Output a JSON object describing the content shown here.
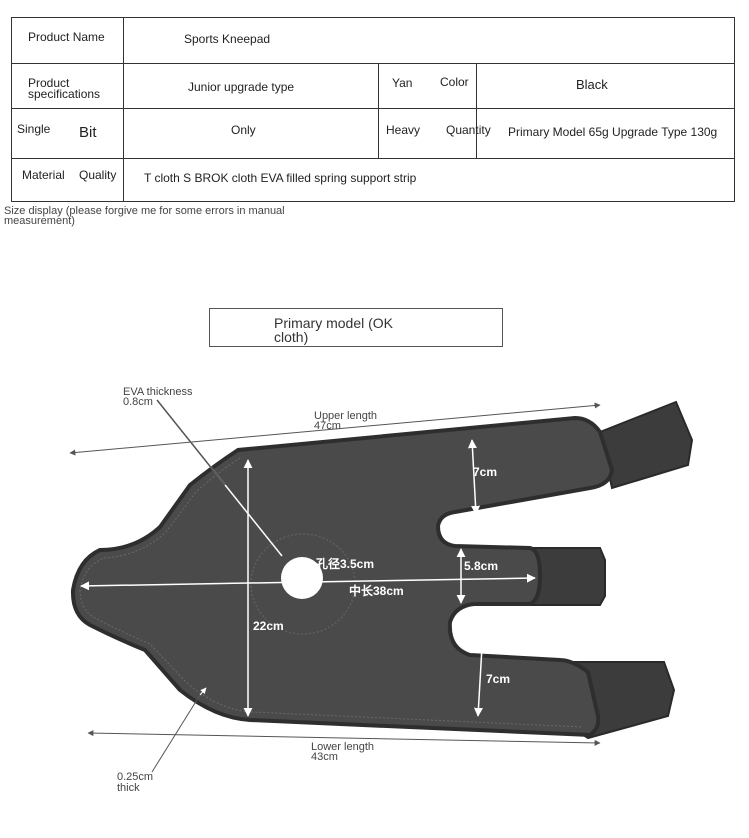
{
  "table": {
    "product_name_label": "Product Name",
    "product_name_value": "Sports Kneepad",
    "spec_label_line1": "Product",
    "spec_label_line2": "specifications",
    "spec_value": "Junior upgrade type",
    "color_label_a": "Yan",
    "color_label_b": "Color",
    "color_value": "Black",
    "unit_label_a": "Single",
    "unit_label_b": "Bit",
    "unit_value": "Only",
    "weight_label_a": "Heavy",
    "weight_label_b": "Quantity",
    "weight_value": "Primary Model 65g Upgrade Type 130g",
    "material_label_a": "Material",
    "material_label_b": "Quality",
    "material_value": "T cloth S BROK cloth EVA filled spring support strip"
  },
  "size_note_line1": "Size display (please forgive me for some errors in manual",
  "size_note_line2": "measurement)",
  "model_title_line1": "Primary model (OK",
  "model_title_line2": "cloth)",
  "annotations": {
    "eva_label": "EVA thickness",
    "eva_value": "0.8cm",
    "upper_label": "Upper length",
    "upper_value": "47cm",
    "lower_label": "Lower length",
    "lower_value": "43cm",
    "thick_value": "0.25cm",
    "thick_label": "thick"
  },
  "dimensions": {
    "strap_top": "7cm",
    "strap_mid": "5.8cm",
    "strap_bottom": "7cm",
    "hole": "孔径3.5cm",
    "middle_length": "中长38cm",
    "height": "22cm"
  },
  "colors": {
    "pad": "#4a4a4a",
    "pad_edge": "#2e2e2e",
    "strap": "#3c3c3c",
    "arrow": "#ffffff",
    "pointer": "#555555"
  }
}
